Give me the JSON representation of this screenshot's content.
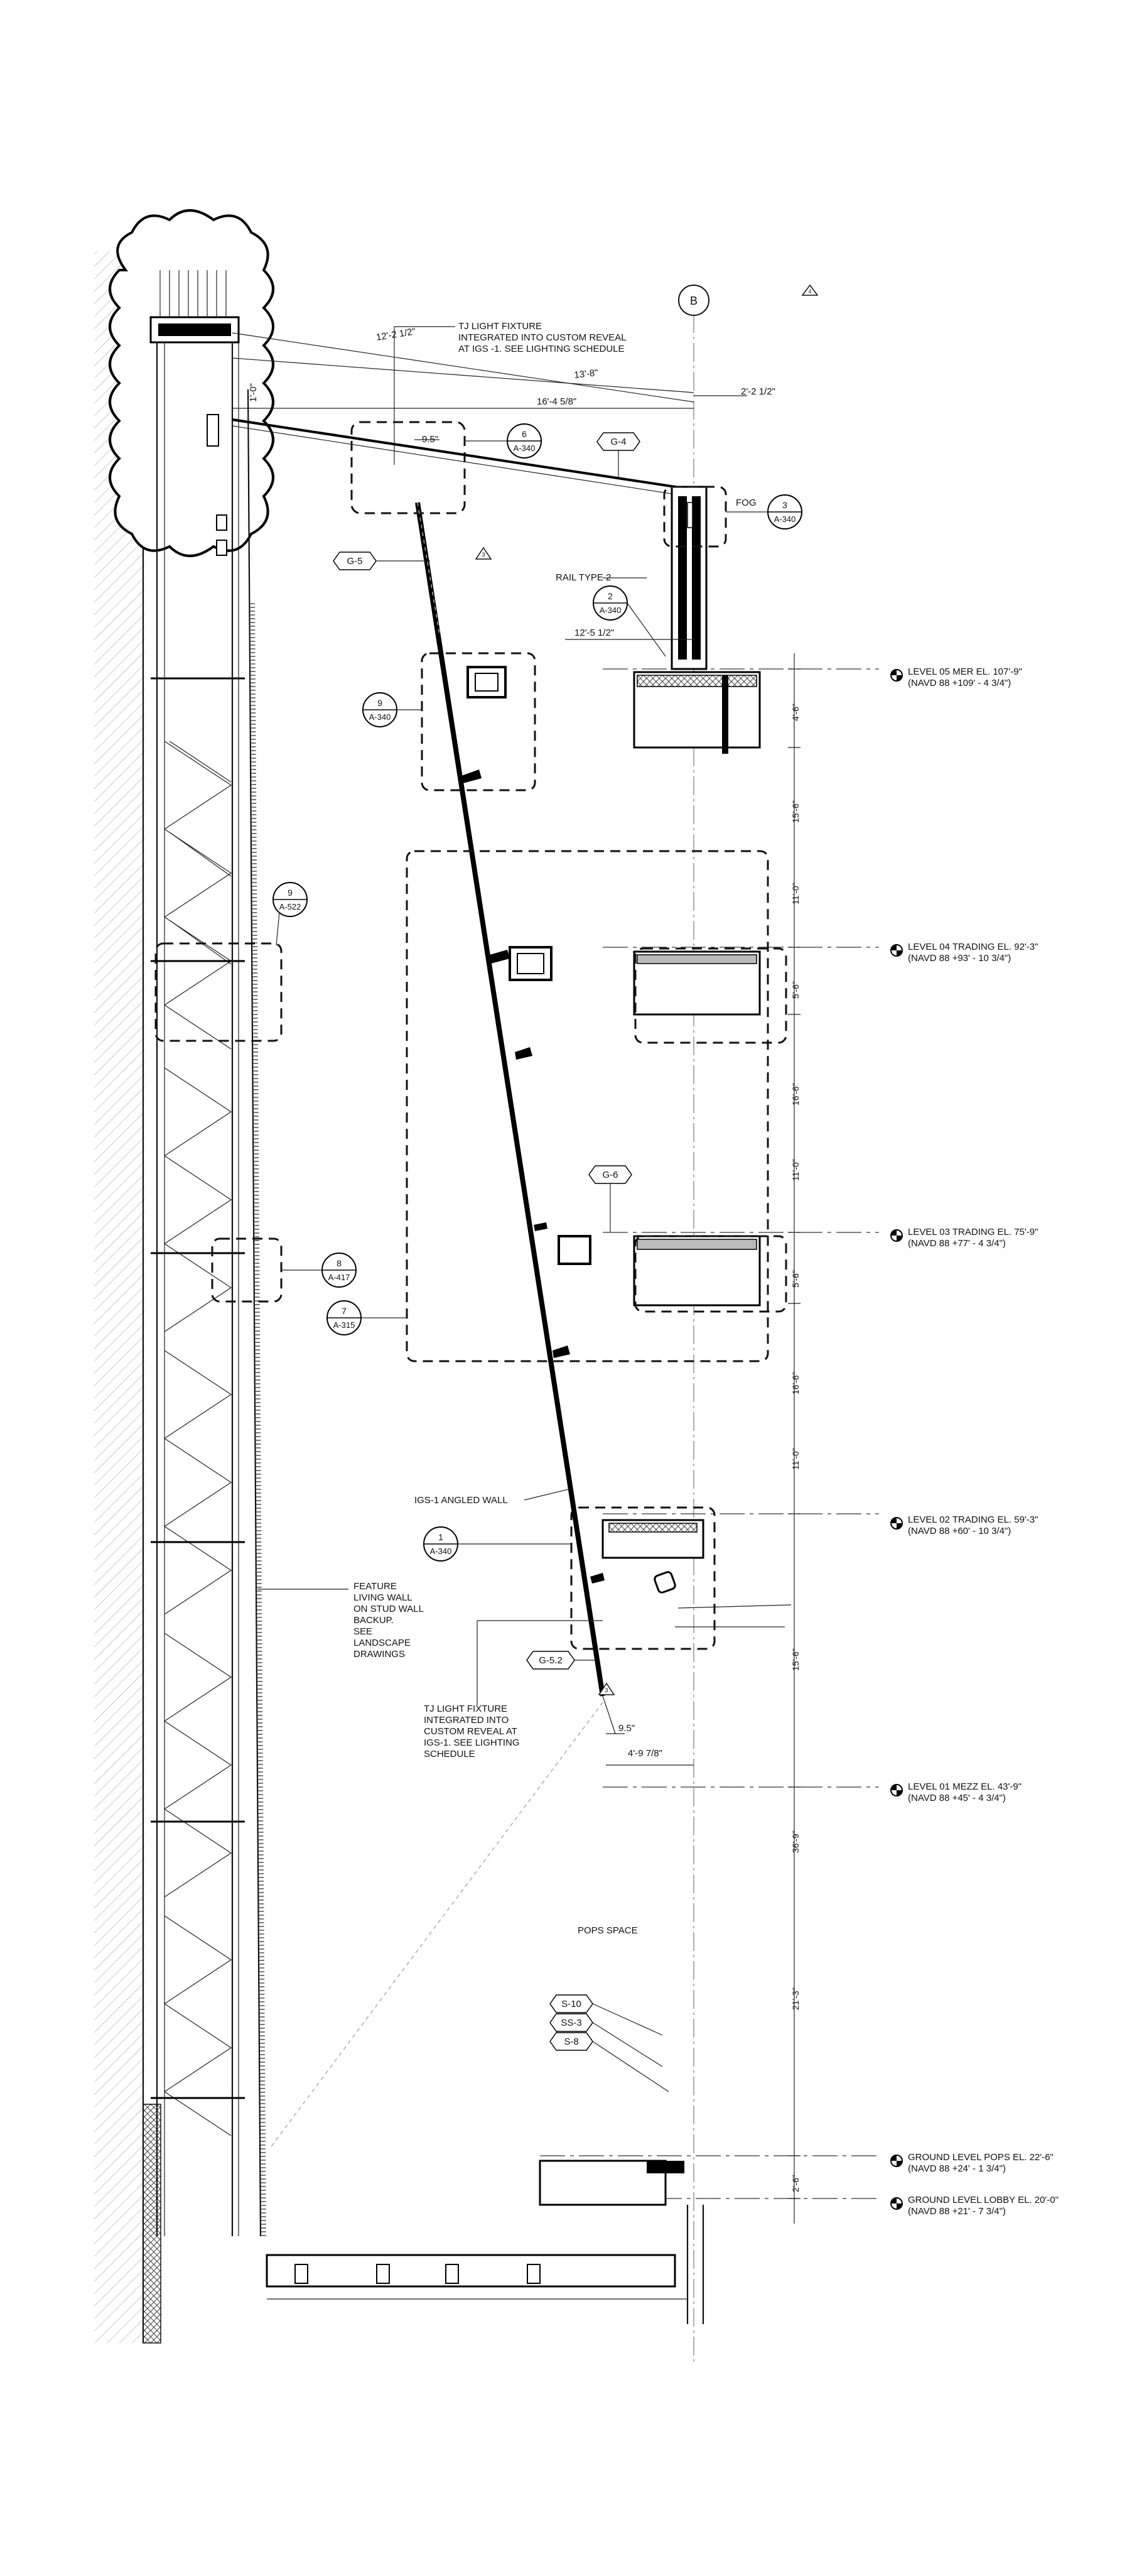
{
  "grid_bubble": "B",
  "rev_delta": "4",
  "delta_marks": [
    "3",
    "3"
  ],
  "notes": {
    "tj_top": [
      "TJ LIGHT FIXTURE",
      "INTEGRATED INTO CUSTOM REVEAL",
      "AT IGS -1. SEE LIGHTING SCHEDULE"
    ],
    "tj_bottom": [
      "TJ LIGHT FIXTURE",
      "INTEGRATED INTO",
      "CUSTOM REVEAL AT",
      "IGS-1. SEE LIGHTING",
      "SCHEDULE"
    ],
    "feature": [
      "FEATURE",
      "LIVING WALL",
      "ON STUD WALL",
      "BACKUP.",
      "SEE",
      "LANDSCAPE",
      "DRAWINGS"
    ],
    "fog": "FOG",
    "rail": "RAIL TYPE 2",
    "igs": "IGS-1 ANGLED WALL",
    "pops": "POPS SPACE"
  },
  "dimensions": {
    "d1": "12'-2 1/2\"",
    "d2": "13'-8\"",
    "d3": "16'-4 5/8\"",
    "d4": "2'-2 1/2\"",
    "d5": "9.5\"",
    "d6": "12'-5 1/2\"",
    "d7": "1'-0\"",
    "d8": "9.5\"",
    "d9": "4'-9 7/8\""
  },
  "vertical_dims": [
    "4'-6\"",
    "15'-6\"",
    "11'-0\"",
    "5'-6\"",
    "16'-6\"",
    "11'-0\"",
    "5'-6\"",
    "16'-6\"",
    "11'-0\"",
    "15'-6\"",
    "36'-9\"",
    "21'-3\"",
    "2'-6\""
  ],
  "tags": [
    "G-4",
    "G-5",
    "G-6",
    "G-5.2",
    "S-10",
    "SS-3",
    "S-8"
  ],
  "callouts": [
    {
      "num": "6",
      "sheet": "A-340"
    },
    {
      "num": "3",
      "sheet": "A-340"
    },
    {
      "num": "2",
      "sheet": "A-340"
    },
    {
      "num": "9",
      "sheet": "A-340"
    },
    {
      "num": "9",
      "sheet": "A-522"
    },
    {
      "num": "8",
      "sheet": "A-417"
    },
    {
      "num": "7",
      "sheet": "A-315"
    },
    {
      "num": "1",
      "sheet": "A-340"
    }
  ],
  "levels": [
    {
      "name": "LEVEL 05 MER EL. 107'-9\"",
      "sub": "(NAVD 88 +109' - 4 3/4\")"
    },
    {
      "name": "LEVEL 04 TRADING EL. 92'-3\"",
      "sub": "(NAVD 88 +93' - 10 3/4\")"
    },
    {
      "name": "LEVEL 03 TRADING EL. 75'-9\"",
      "sub": "(NAVD 88 +77' - 4 3/4\")"
    },
    {
      "name": "LEVEL 02 TRADING EL. 59'-3\"",
      "sub": "(NAVD 88 +60' - 10 3/4\")"
    },
    {
      "name": "LEVEL 01 MEZZ EL. 43'-9\"",
      "sub": "(NAVD 88 +45' - 4 3/4\")"
    },
    {
      "name": "GROUND LEVEL POPS EL. 22'-6\"",
      "sub": "(NAVD 88 +24' - 1 3/4\")"
    },
    {
      "name": "GROUND LEVEL LOBBY EL. 20'-0\"",
      "sub": "(NAVD 88 +21' - 7 3/4\")"
    }
  ]
}
